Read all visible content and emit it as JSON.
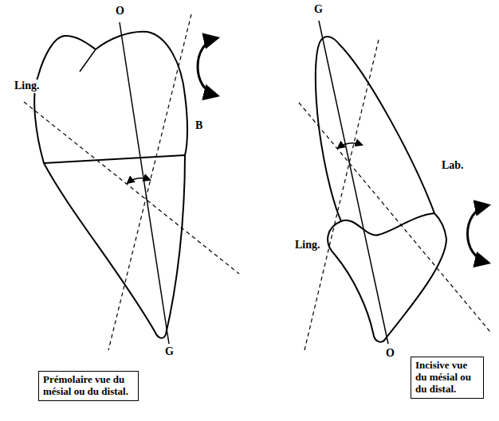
{
  "diagram": {
    "nodes": [
      {
        "text": [
          "Prémolaire vue du mésial ou du distal."
        ]
      },
      {
        "text": [
          "Incisive vue du mésial ou du distal."
        ]
      }
    ],
    "labels": [
      "O",
      "Ling.",
      "B",
      "G",
      "G",
      "Lab.",
      "Ling.",
      "O"
    ]
  }
}
